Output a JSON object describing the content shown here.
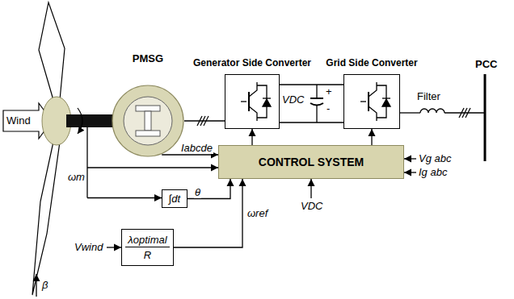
{
  "diagram": {
    "nodes": [
      {
        "text": [
          "PMSG"
        ]
      },
      {
        "text": [
          "Generator Side Converter"
        ]
      },
      {
        "text": [
          "Grid Side Converter"
        ]
      },
      {
        "text": [
          "CONTROL SYSTEM"
        ]
      },
      {
        "text": [
          "∫dt"
        ]
      },
      {
        "text": [
          "λoptimal",
          "R"
        ]
      }
    ],
    "edges": [
      {
        "from": 0,
        "to": 1,
        "arrow": "none"
      },
      {
        "from": 1,
        "to": 2,
        "arrow": "none"
      },
      {
        "from": 3,
        "to": 1,
        "arrow": "to"
      },
      {
        "from": 3,
        "to": 2,
        "arrow": "to"
      },
      {
        "from": 0,
        "to": 3,
        "arrow": "to",
        "label": "Iabcde"
      },
      {
        "from": 4,
        "to": 3,
        "arrow": "to",
        "label": "θ"
      },
      {
        "from": 5,
        "to": 3,
        "arrow": "to",
        "label": "ωref"
      }
    ],
    "labels": [
      "Wind",
      "ωm",
      "β",
      "Vwind",
      "VDC",
      "+",
      "-",
      "VDC",
      "Vg abc",
      "Ig abc",
      "Filter",
      "PCC"
    ]
  }
}
